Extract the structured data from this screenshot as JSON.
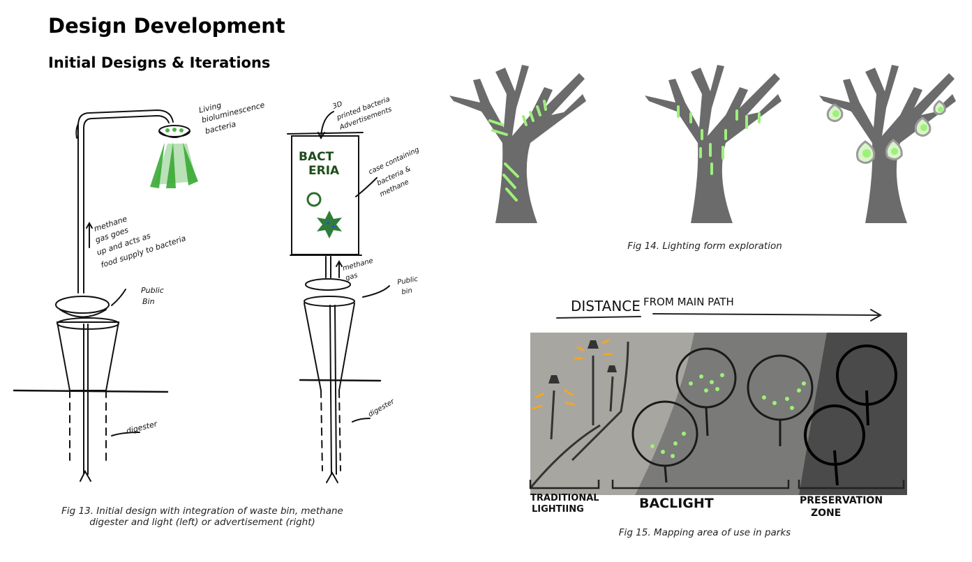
{
  "heading": {
    "title": "Design Development",
    "subtitle": "Initial Designs & Iterations"
  },
  "fig13": {
    "caption_line1": "Fig 13. Initial design with integration of waste bin, methane",
    "caption_line2": "digester and light (left) or advertisement (right)",
    "left_sketch": {
      "note_light_1": "Living",
      "note_light_2": "bioluminescence",
      "note_light_3": "bacteria",
      "note_gas_1": "methane",
      "note_gas_2": "gas goes",
      "note_gas_3": "up and acts as",
      "note_gas_4": "food supply to bacteria",
      "note_bin_1": "Public",
      "note_bin_2": "Bin",
      "note_digester": "digester"
    },
    "right_sketch": {
      "note_ad_1": "3D",
      "note_ad_2": "printed bacteria",
      "note_ad_3": "Advertisements",
      "banner_line1": "BACT",
      "banner_line2": "ERIA",
      "note_case_1": "case containing",
      "note_case_2": "bacteria &",
      "note_case_3": "methane",
      "note_gas_1": "methane",
      "note_gas_2": "gas",
      "note_bin_1": "Public",
      "note_bin_2": "bin",
      "note_digester": "digester"
    }
  },
  "fig14": {
    "caption": "Fig 14. Lighting form exploration"
  },
  "fig15": {
    "caption": "Fig 15. Mapping area of use in parks",
    "arrow_label_1": "DISTANCE",
    "arrow_label_2": "FROM MAIN PATH",
    "zone_1_line1": "TRADITIONAL",
    "zone_1_line2": "LIGHTIING",
    "zone_2": "BACLIGHT",
    "zone_3_line1": "PRESERVATION",
    "zone_3_line2": "ZONE"
  },
  "colors": {
    "trunk": "#6b6b6b",
    "glow_green": "#9ef07a",
    "bright_green": "#46c93a",
    "lamp_orange": "#f5a623",
    "zone_light": "#a8a6a0",
    "zone_mid": "#7a7a78",
    "zone_dark": "#4a4a4a"
  }
}
